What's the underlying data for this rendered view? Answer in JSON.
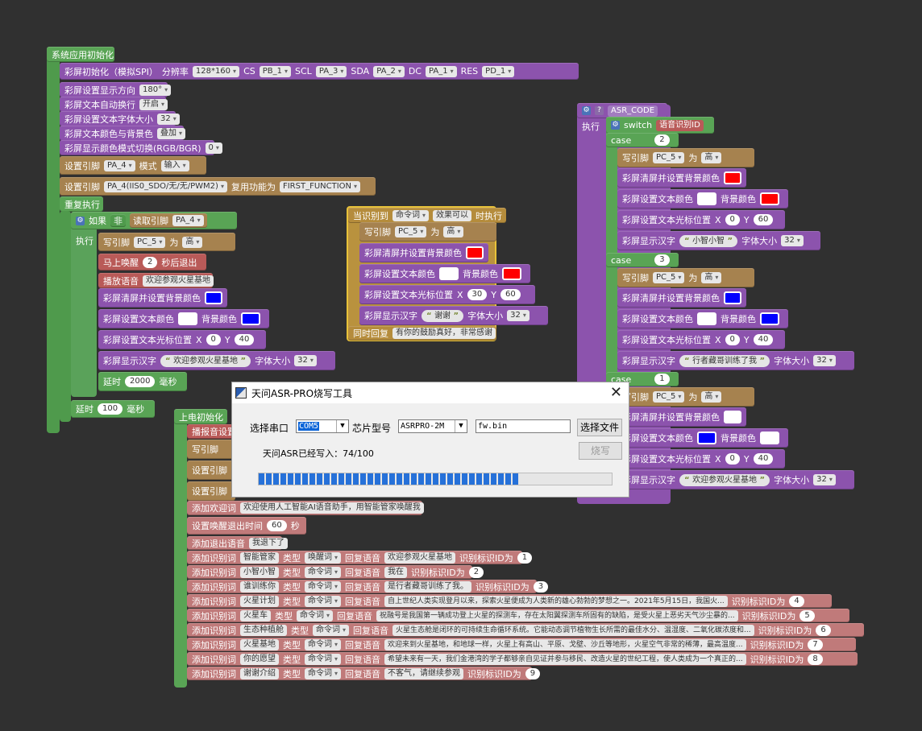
{
  "colors": {
    "purple": "#8c53ad",
    "green": "#59a455",
    "brown": "#a6824f",
    "red_swatch": "#ff0000",
    "blue_swatch": "#0000ff",
    "white_swatch": "#ffffff"
  },
  "init": {
    "header": "系统应用初始化",
    "lcd_init": {
      "label": "彩屏初始化（模拟SPI）",
      "res_label": "分辨率",
      "res": "128*160",
      "cs_label": "CS",
      "cs": "PB_1",
      "scl_label": "SCL",
      "scl": "PA_3",
      "sda_label": "SDA",
      "sda": "PA_2",
      "dc_label": "DC",
      "dc": "PA_1",
      "rst_label": "RES",
      "rst": "PD_1"
    },
    "dir": {
      "label": "彩屏设置显示方向",
      "value": "180°"
    },
    "wrap": {
      "label": "彩屏文本自动换行",
      "value": "开启"
    },
    "size": {
      "label": "彩屏设置文本字体大小",
      "value": "32"
    },
    "fgbg": {
      "label": "彩屏文本颜色与背景色",
      "value": "叠加"
    },
    "rgb": {
      "label": "彩屏显示颜色模式切换(RGB/BGR)",
      "value": "0"
    },
    "pin1": {
      "label": "设置引脚",
      "pin": "PA_4",
      "mode_label": "模式",
      "mode": "输入"
    },
    "pin2": {
      "label": "设置引脚",
      "pin": "PA_4(IIS0_SDO/无/无/PWM2)",
      "func_label": "复用功能为",
      "func": "FIRST_FUNCTION"
    }
  },
  "loop": {
    "header": "重复执行",
    "if_label": "如果",
    "not_label": "非",
    "read_label": "读取引脚",
    "read_pin": "PA_4",
    "exec_label": "执行",
    "write": {
      "label": "写引脚",
      "pin": "PC_5",
      "for_label": "为",
      "value": "高"
    },
    "wake": {
      "label": "马上唤醒",
      "value": "2",
      "suffix": "秒后退出"
    },
    "play": {
      "label": "播放语音",
      "value": "欢迎参观火星基地"
    },
    "clear": {
      "label": "彩屏清屏并设置背景颜色"
    },
    "color": {
      "label": "彩屏设置文本颜色",
      "bg_label": "背景颜色"
    },
    "cursor": {
      "label": "彩屏设置文本光标位置",
      "x_label": "X",
      "x": "0",
      "y_label": "Y",
      "y": "40"
    },
    "show": {
      "label": "彩屏显示汉字",
      "text": "欢迎参观火星基地",
      "size_label": "字体大小",
      "size": "32"
    },
    "delay1": {
      "label": "延时",
      "value": "2000",
      "unit": "毫秒"
    },
    "delay2": {
      "label": "延时",
      "value": "100",
      "unit": "毫秒"
    }
  },
  "event": {
    "label": "当识别到",
    "type": "命令词",
    "word": "效果可以",
    "suffix": "时执行",
    "write": {
      "label": "写引脚",
      "pin": "PC_5",
      "for_label": "为",
      "value": "高"
    },
    "clear": {
      "label": "彩屏清屏并设置背景颜色"
    },
    "color": {
      "label": "彩屏设置文本颜色",
      "bg_label": "背景颜色"
    },
    "cursor": {
      "label": "彩屏设置文本光标位置",
      "x_label": "X",
      "x": "30",
      "y_label": "Y",
      "y": "60"
    },
    "show": {
      "label": "彩屏显示汉字",
      "text": "谢谢",
      "size_label": "字体大小",
      "size": "32"
    },
    "reply": {
      "label": "同时回复",
      "value": "有你的鼓励真好，非常感谢"
    }
  },
  "asr": {
    "name": "ASR_CODE",
    "exec_label": "执行",
    "switch_label": "switch",
    "switch_var": "语音识别ID",
    "case_label": "case",
    "write_label": "写引脚",
    "pin": "PC_5",
    "for_label": "为",
    "value": "高",
    "clear_label": "彩屏清屏并设置背景颜色",
    "color_label": "彩屏设置文本颜色",
    "bg_label": "背景颜色",
    "cursor_label": "彩屏设置文本光标位置",
    "x_label": "X",
    "y_label": "Y",
    "show_label": "彩屏显示汉字",
    "size_label": "字体大小",
    "cases": [
      {
        "id": "2",
        "x": "0",
        "y": "60",
        "text": "小智小智",
        "size": "32"
      },
      {
        "id": "3",
        "x": "0",
        "y": "40",
        "text": "行者藏哥训练了我",
        "size": "32"
      },
      {
        "id": "1",
        "x": "0",
        "y": "40",
        "text": "欢迎参观火星基地",
        "size": "32"
      }
    ]
  },
  "power": {
    "header": "上电初始化",
    "partial_rows": [
      "播报音设置",
      "写引脚",
      "设置引脚",
      "设置引脚"
    ],
    "welcome": {
      "label": "添加欢迎词",
      "value": "欢迎使用人工智能AI语音助手，用智能管家唤醒我"
    },
    "wake_time": {
      "label": "设置唤醒退出时间",
      "value": "60",
      "unit": "秒"
    },
    "exit": {
      "label": "添加退出语音",
      "value": "我退下了"
    },
    "word_label": "添加识别词",
    "type_label": "类型",
    "reply_label": "回复语音",
    "id_label": "识别标识ID为",
    "words": [
      {
        "word": "智能管家",
        "type": "唤醒词",
        "reply": "欢迎参观火星基地",
        "id": "1"
      },
      {
        "word": "小智小智",
        "type": "命令词",
        "reply": "我在",
        "id": "2"
      },
      {
        "word": "谁训练你",
        "type": "命令词",
        "reply": "是行者藏哥训练了我。",
        "id": "3"
      },
      {
        "word": "火星计划",
        "type": "命令词",
        "reply": "自上世纪人类实现登月以来，探索火星便成为人类新的雄心勃勃的梦想之一。2021年5月15日，我国火...",
        "id": "4"
      },
      {
        "word": "火星车",
        "type": "命令词",
        "reply": "祝融号是我国第一辆成功登上火星的探测车，存在太阳翼探测车所固有的缺陷，是受火星上恶劣天气沙尘暴的...",
        "id": "5"
      },
      {
        "word": "生态种植舱",
        "type": "命令词",
        "reply": "火星生态舱是闭环的可持续生命循环系统。它能动态调节植物生长所需的最佳水分、温湿度、二氧化碳浓度和...",
        "id": "6"
      },
      {
        "word": "火星基地",
        "type": "命令词",
        "reply": "欢迎来到火星基地，和地球一样，火星上有高山、平原、戈壁、沙丘等地形，火星空气非常的稀薄，最高温度...",
        "id": "7"
      },
      {
        "word": "你的愿望",
        "type": "命令词",
        "reply": "希望未来有一天，我们金港湾的学子都够亲自见证并参与移民、改造火星的世纪工程，使人类成为一个真正的...",
        "id": "8"
      },
      {
        "word": "谢谢介绍",
        "type": "命令词",
        "reply": "不客气，请继续参观",
        "id": "9"
      }
    ]
  },
  "dialog": {
    "title": "天问ASR-PRO烧写工具",
    "close": "✕",
    "port_label": "选择串口",
    "port": "COM5",
    "chip_label": "芯片型号",
    "chip": "ASRPRO-2M",
    "file": "fw.bin",
    "choose_btn": "选择文件",
    "status": "天问ASR已经写入：74/100",
    "burn_btn": "烧写",
    "progress": 0.74
  }
}
